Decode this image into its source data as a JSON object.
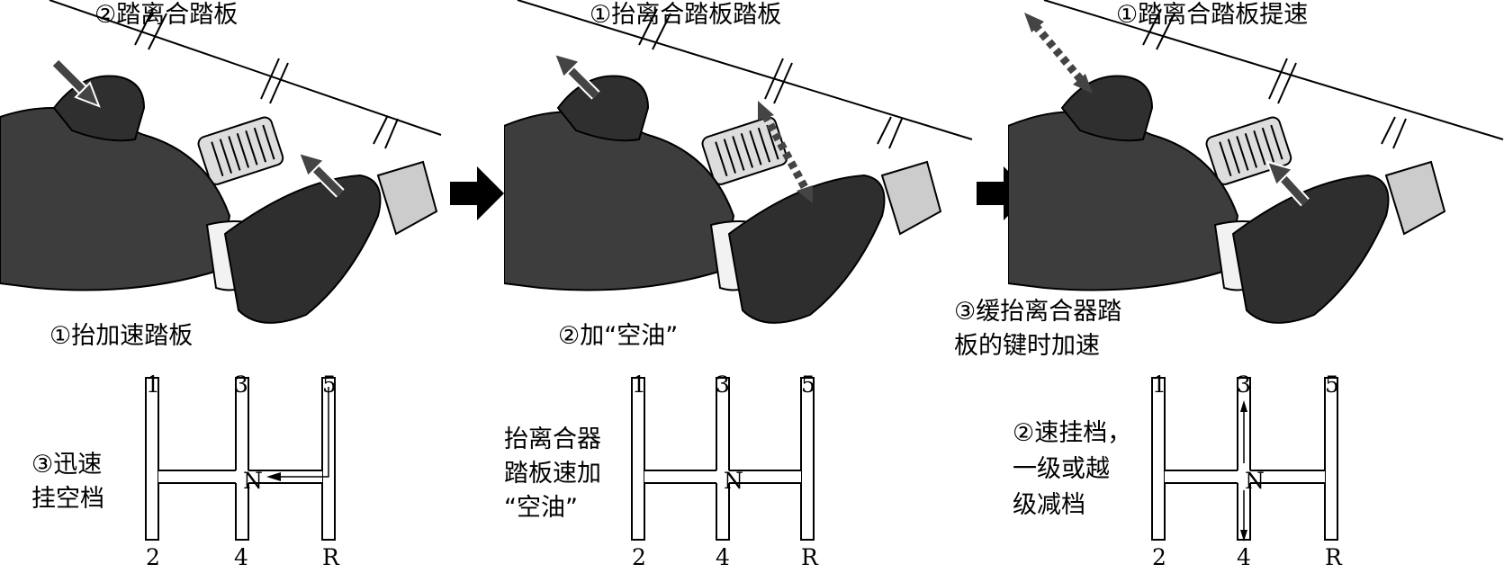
{
  "panels": [
    {
      "title": "②踏离合踏板",
      "foot_note": "①抬加速踏板",
      "side_note": [
        "③迅速",
        "挂空档"
      ],
      "gears": {
        "g1": "1",
        "g3": "3",
        "g5": "5",
        "g2": "2",
        "g4": "4",
        "gR": "R",
        "neutral": "N"
      }
    },
    {
      "title": "①抬离合踏板踏板",
      "foot_note": "②加“空油”",
      "side_note": [
        "抬离合器",
        "踏板速加",
        "“空油”"
      ],
      "gears": {
        "g1": "1",
        "g3": "3",
        "g5": "5",
        "g2": "2",
        "g4": "4",
        "gR": "R",
        "neutral": "N"
      }
    },
    {
      "title": "①踏离合踏板提速",
      "foot_note": [
        "③缓抬离合器踏",
        "板的键时加速"
      ],
      "side_note": [
        "②速挂档，",
        "一级或越",
        "级减档"
      ],
      "gears": {
        "g1": "1",
        "g3": "3",
        "g5": "5",
        "g2": "2",
        "g4": "4",
        "gR": "R",
        "neutral": "N"
      }
    }
  ],
  "colors": {
    "leg": "#3a3a3a",
    "shoe": "#2e2e2e",
    "sock": "#f2f2f2",
    "pedal": "#bdbdbd",
    "arrow": "#111111",
    "line": "#000000"
  },
  "icons": [
    "move-arrow-icon",
    "double-dashed-arrow-icon",
    "sequence-arrow-icon"
  ]
}
